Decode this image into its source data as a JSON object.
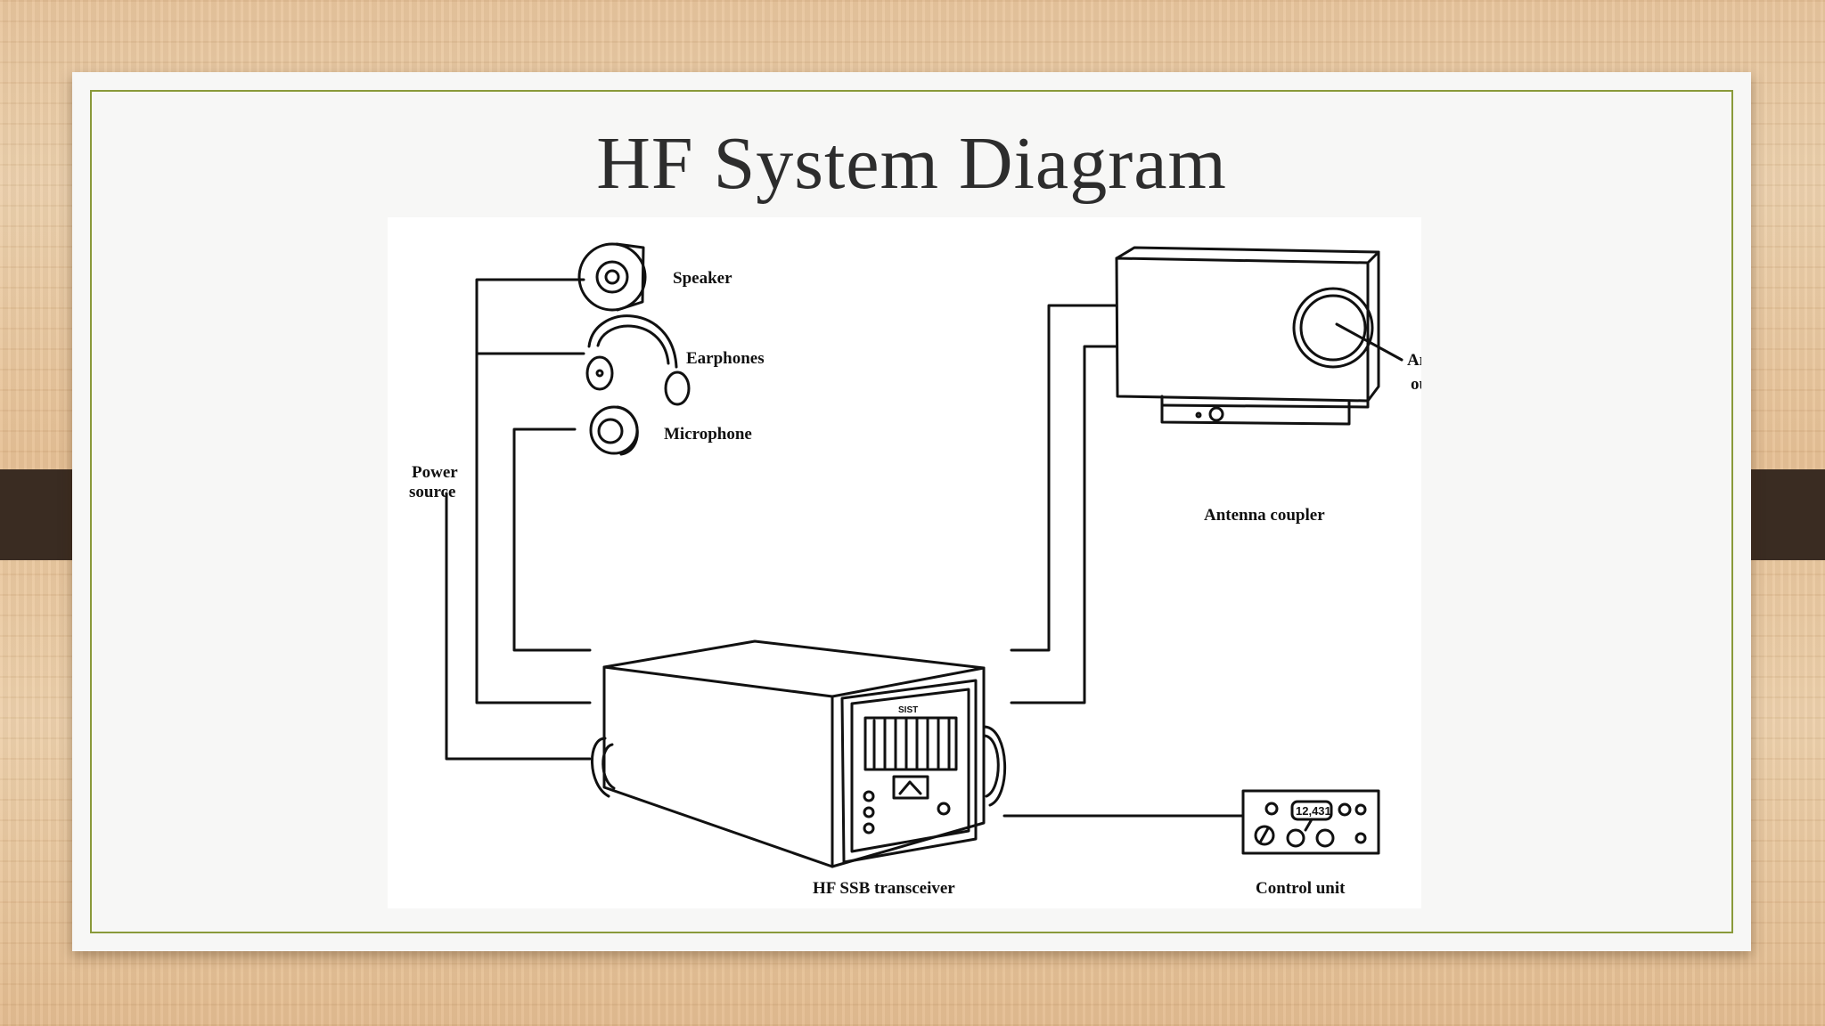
{
  "slide": {
    "title": "HF System Diagram"
  },
  "diagram": {
    "labels": {
      "speaker": "Speaker",
      "earphones": "Earphones",
      "microphone": "Microphone",
      "power_source_line1": "Power",
      "power_source_line2": "source",
      "antenna_coupler": "Antenna coupler",
      "antenna_output_line1": "Antenna",
      "antenna_output_line2": "output",
      "transceiver": "HF SSB transceiver",
      "transceiver_panel": "SIST",
      "control_unit": "Control unit",
      "control_display": "12,431"
    }
  },
  "colors": {
    "frame": "#8a9a3a",
    "tab": "#3a2c22",
    "ink": "#111111"
  }
}
